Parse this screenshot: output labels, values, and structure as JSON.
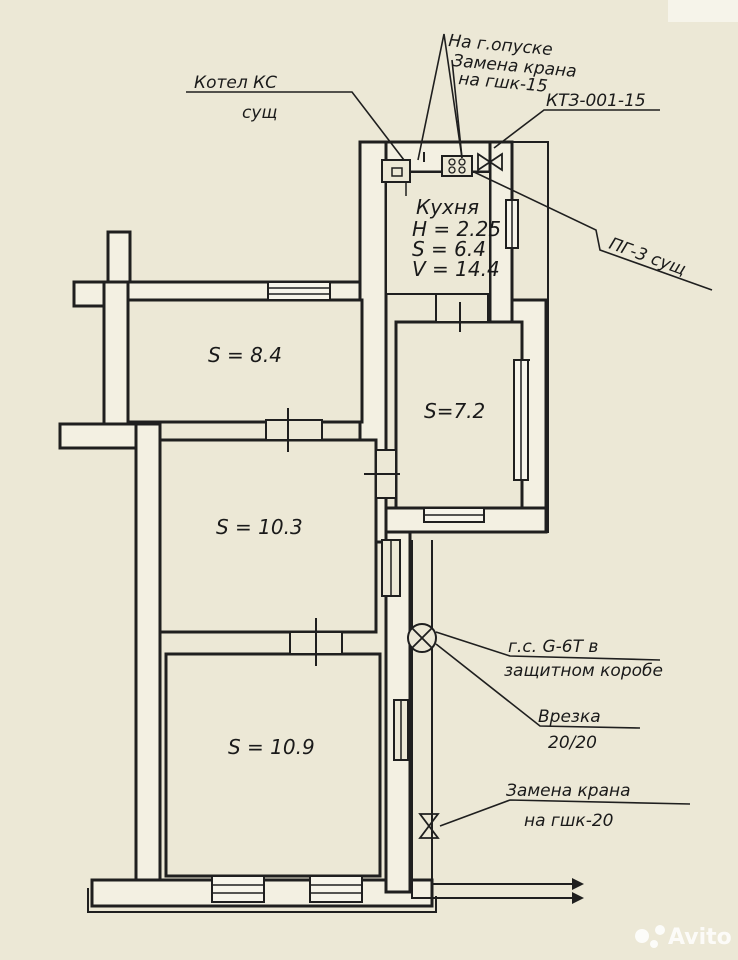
{
  "rooms": {
    "kitchen": {
      "name": "Кухня",
      "h": "H = 2.25",
      "s": "S = 6.4",
      "v": "V = 14.4"
    },
    "r1": "S = 8.4",
    "r2": "S=7.2",
    "r3": "S = 10.3",
    "r4": "S = 10.9"
  },
  "notes": {
    "boiler_line1": "Котел КС",
    "boiler_line2": "сущ",
    "lowering_line1": "На г.опуске",
    "lowering_line2": "Замена крана",
    "lowering_line3": "на гшк-15",
    "valve_model": "КТЗ-001-15",
    "stove": "ПГ-3 сущ",
    "meter_line1": "г.с. G-6Т в",
    "meter_line2": "защитном коробе",
    "tap_line1": "Врезка",
    "tap_line2": "20/20",
    "replace_line1": "Замена крана",
    "replace_line2": "на гшк-20"
  },
  "watermark": {
    "text": "Avito"
  },
  "colors": {
    "paper": "#ece8d6",
    "ink": "#1f1f1f"
  }
}
